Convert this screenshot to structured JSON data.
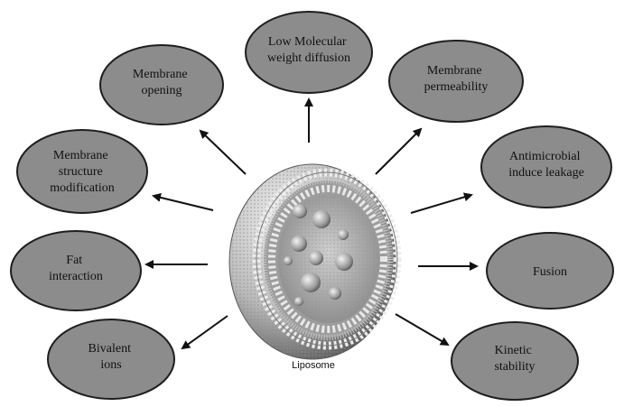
{
  "center": {
    "label": "Liposome"
  },
  "nodes": [
    {
      "id": "low-molecular",
      "lines": [
        "Low Molecular",
        "weight diffusion"
      ]
    },
    {
      "id": "membrane-opening",
      "lines": [
        "Membrane",
        "opening"
      ]
    },
    {
      "id": "membrane-permeability",
      "lines": [
        "Membrane",
        "permeability"
      ]
    },
    {
      "id": "membrane-structure",
      "lines": [
        "Membrane",
        "structure",
        "modification"
      ]
    },
    {
      "id": "antimicrobial",
      "lines": [
        "Antimicrobial",
        "induce leakage"
      ]
    },
    {
      "id": "fat-interaction",
      "lines": [
        "Fat",
        "interaction"
      ]
    },
    {
      "id": "fusion",
      "lines": [
        "Fusion"
      ]
    },
    {
      "id": "bivalent-ions",
      "lines": [
        "Bivalent",
        "ions"
      ]
    },
    {
      "id": "kinetic-stability",
      "lines": [
        "Kinetic",
        "stability"
      ]
    }
  ],
  "colors": {
    "ellipse_fill": "#8c8c8c",
    "ellipse_stroke": "#1e1e1e",
    "arrow": "#111111",
    "sphere_light": "#f0f0f0",
    "sphere_dark": "#6a6a6a"
  }
}
